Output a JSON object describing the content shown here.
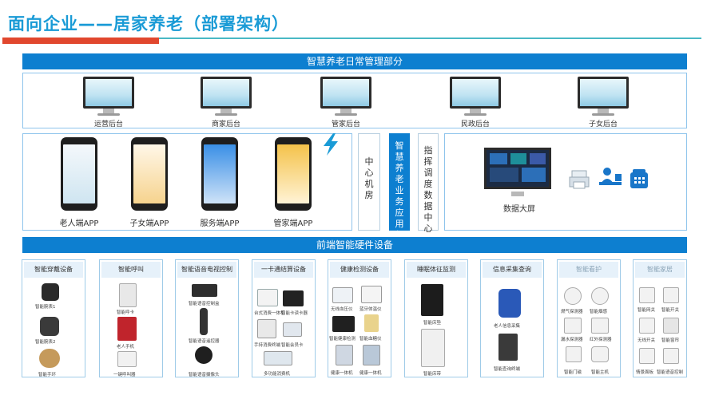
{
  "header": {
    "title": "面向企业——居家养老（部署架构）"
  },
  "top_bar": {
    "label": "智慧养老日常管理部分"
  },
  "backends": [
    {
      "label": "运营后台"
    },
    {
      "label": "商家后台"
    },
    {
      "label": "管家后台"
    },
    {
      "label": "民政后台"
    },
    {
      "label": "子女后台"
    }
  ],
  "apps": [
    {
      "label": "老人端APP"
    },
    {
      "label": "子女端APP"
    },
    {
      "label": "服务端APP"
    },
    {
      "label": "管家端APP"
    }
  ],
  "center": {
    "machine_room": "中心机房",
    "platform": "智慧养老业务应用部分",
    "command_center": "指挥调度数据中心",
    "big_screen": "数据大屏"
  },
  "front_bar": {
    "label": "前端智能硬件设备"
  },
  "categories": [
    {
      "title": "智能穿戴设备",
      "items": [
        "智能腕表1",
        "智能腕表2",
        "智能手环"
      ]
    },
    {
      "title": "智能呼叫",
      "items": [
        "智能呼卡",
        "老人手机",
        "一键呼叫器"
      ]
    },
    {
      "title": "智能语音电视控制",
      "items": [
        "智能语音控制盒",
        "智能语音遥控器",
        "智能语音摄像头"
      ]
    },
    {
      "title": "一卡通结算设备",
      "items": [
        "台式消费一体机",
        "智能卡读卡器",
        "手持消费终端",
        "智能会员卡",
        "多功能消费机"
      ]
    },
    {
      "title": "健康检测设备",
      "items": [
        "无线血压仪",
        "蓝牙体温仪",
        "智能健康检测",
        "智能血糖仪",
        "健康一体机",
        "健康一体机"
      ]
    },
    {
      "title": "睡眠体征监测",
      "items": [
        "智能床垫",
        "智能床带"
      ]
    },
    {
      "title": "信息采集查询",
      "items": [
        "老人信息采集",
        "智能查询终端"
      ]
    },
    {
      "title": "智能看护",
      "items": [
        "燃气探测器",
        "智能烟感",
        "漏水探测器",
        "红外探测器",
        "智能门磁",
        "智能主机"
      ]
    },
    {
      "title": "智能家居",
      "items": [
        "智能网关",
        "智能开关",
        "无线开关",
        "智能窗帘",
        "情景面板",
        "智能语音控制"
      ]
    }
  ],
  "colors": {
    "primary_blue": "#0d7fd0",
    "title_blue": "#1a9bd6",
    "accent_red": "#e1472e",
    "teal_line": "#49b9c5"
  }
}
